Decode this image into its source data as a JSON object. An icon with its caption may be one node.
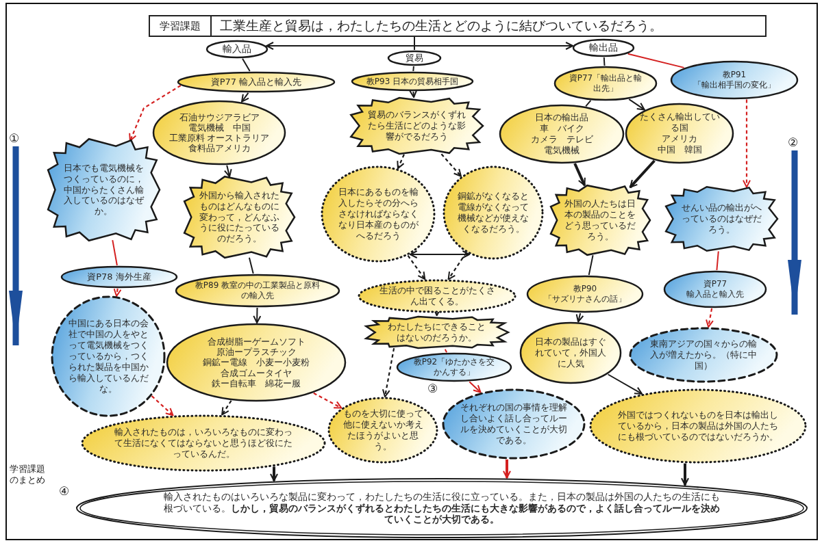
{
  "diagram": {
    "nodes": [
      {
        "text": [
          "学習課題",
          "工業生産と貿易は，わたしたちの生活とどのように結びついているだろう。"
        ]
      },
      {
        "text": [
          "輸入品"
        ]
      },
      {
        "text": [
          "貿易"
        ]
      },
      {
        "text": [
          "輸出品"
        ]
      },
      {
        "text": [
          "資P77 輸入品と輸入先"
        ]
      },
      {
        "text": [
          "教P93 日本の貿易相手国"
        ]
      },
      {
        "text": [
          "資P77「輸出品と輸出先」"
        ]
      },
      {
        "text": [
          "教P91",
          "「輸出相手国の変化」"
        ]
      },
      {
        "text": [
          "石油サウジアラビア",
          "電気機械　中国",
          "工業原料 オーストラリア",
          "食料品アメリカ"
        ]
      },
      {
        "text": [
          "日本でも電気機械をつくっているのに，中国からたくさん輸入しているのはなぜか。"
        ]
      },
      {
        "text": [
          "外国から輸入されたものはどんなものに変わって，どんなふうに役にたっているのだろう。"
        ]
      },
      {
        "text": [
          "貿易のバランスがくずれたら生活にどのような影響がでるだろう"
        ]
      },
      {
        "text": [
          "日本の輸出品",
          "車　バイク",
          "カメラ　テレビ",
          "電気機械"
        ]
      },
      {
        "text": [
          "たくさん輸出している国",
          "アメリカ",
          "中国　韓国"
        ]
      },
      {
        "text": [
          "日本にあるものを輸入したらその分へらさなければならなくなり日本産のものがへるだろう"
        ]
      },
      {
        "text": [
          "銅鉱がなくなると電線がなくなって機械などが使えなくなるだろう。"
        ]
      },
      {
        "text": [
          "外国の人たちは日本の製品のことをどう思っているだろう。"
        ]
      },
      {
        "text": [
          "せんい品の輸出がへっているのはなぜだろう。"
        ]
      },
      {
        "text": [
          "資P78 海外生産"
        ]
      },
      {
        "text": [
          "教P89 教室の中の工業製品と原料の輸入先"
        ]
      },
      {
        "text": [
          "生活の中で困ることがたくさん出てくる。"
        ]
      },
      {
        "text": [
          "教P90",
          "「サズリナさんの話」"
        ]
      },
      {
        "text": [
          "資P77",
          "輸入品と輸入先"
        ]
      },
      {
        "text": [
          "わたしたちにできることはないのだろうか。"
        ]
      },
      {
        "text": [
          "中国にある日本の会社で中国の人をやとって電気機械をつくっているから，つくられた製品を中国から輸入しているんだな。"
        ]
      },
      {
        "text": [
          "合成樹脂ーゲームソフト",
          "原油ープラスチック",
          "銅鉱ー電線　小麦ー小麦粉",
          "合成ゴムータイヤ",
          "鉄ー自転車　綿花ー服"
        ]
      },
      {
        "text": [
          "教P92「ゆたかさを交かんする」"
        ]
      },
      {
        "text": [
          "日本の製品はすぐれていて，外国人に人気"
        ]
      },
      {
        "text": [
          "東南アジアの国々からの輸入が増えたから。（特に中国）"
        ]
      },
      {
        "text": [
          "輸入されたものは，いろいろなものに変わって生活になくてはならないと思うほど役にたっているんだ。"
        ]
      },
      {
        "text": [
          "ものを大切に使って他に使えないか考えたほうがよいと思う。"
        ]
      },
      {
        "text": [
          "それぞれの国の事情を理解し合いよく話し合ってルールを決めていくことが大切である。"
        ]
      },
      {
        "text": [
          "外国ではつくれないものを日本は輸出しているから，日本の製品は外国の人たちにも根づいているのではないだろうか。"
        ]
      },
      {
        "text": [
          "①"
        ]
      },
      {
        "text": [
          "②"
        ]
      },
      {
        "text": [
          "輸入されたものはいろいろな製品に変わって，わたしたちの生活に役に立っている。また，日本の製品は外国の人たちの生活にも根づいている。**しかし，貿易のバランスがくずれるとわたしたちの生活にも大きな影響があるので，よく話し合ってルールを決めていくことが大切である。**"
        ]
      }
    ],
    "edges": [
      {
        "from": 0,
        "to": 1,
        "arrow": "to"
      },
      {
        "from": 0,
        "to": 2,
        "arrow": "none"
      },
      {
        "from": 0,
        "to": 3,
        "arrow": "to"
      },
      {
        "from": 1,
        "to": 4,
        "arrow": "none"
      },
      {
        "from": 2,
        "to": 5,
        "arrow": "none"
      },
      {
        "from": 3,
        "to": 6,
        "arrow": "none"
      },
      {
        "from": 3,
        "to": 7,
        "arrow": "none",
        "color": "#d42020"
      },
      {
        "from": 4,
        "to": 8,
        "arrow": "to"
      },
      {
        "from": 4,
        "to": 9,
        "arrow": "to",
        "style": "dashed",
        "color": "#d42020"
      },
      {
        "from": 5,
        "to": 11,
        "arrow": "to"
      },
      {
        "from": 6,
        "to": 12,
        "arrow": "none"
      },
      {
        "from": 6,
        "to": 13,
        "arrow": "to"
      },
      {
        "from": 8,
        "to": 10,
        "arrow": "to"
      },
      {
        "from": 11,
        "to": 14,
        "arrow": "to",
        "style": "dashed"
      },
      {
        "from": 11,
        "to": 15,
        "arrow": "to",
        "style": "dashed"
      },
      {
        "from": 12,
        "to": 16,
        "arrow": "to",
        "style": "thick"
      },
      {
        "from": 13,
        "to": 16,
        "arrow": "to",
        "style": "thick"
      },
      {
        "from": 7,
        "to": 17,
        "arrow": "to",
        "style": "dashed",
        "color": "#d42020"
      },
      {
        "from": 9,
        "to": 18,
        "arrow": "none",
        "color": "#d42020"
      },
      {
        "from": 10,
        "to": 19,
        "arrow": "none"
      },
      {
        "from": 14,
        "to": 15,
        "arrow": "both"
      },
      {
        "from": 14,
        "to": 20,
        "arrow": "to",
        "style": "dashed"
      },
      {
        "from": 15,
        "to": 20,
        "arrow": "to",
        "style": "dashed"
      },
      {
        "from": 16,
        "to": 21,
        "arrow": "none"
      },
      {
        "from": 17,
        "to": 22,
        "arrow": "none",
        "color": "#d42020"
      },
      {
        "from": 18,
        "to": 24,
        "arrow": "to",
        "style": "dashed",
        "color": "#d42020"
      },
      {
        "from": 19,
        "to": 25,
        "arrow": "to"
      },
      {
        "from": 20,
        "to": 23,
        "arrow": "to"
      },
      {
        "from": 21,
        "to": 27,
        "arrow": "to"
      },
      {
        "from": 22,
        "to": 28,
        "arrow": "to",
        "style": "dashed",
        "color": "#d42020"
      },
      {
        "from": 23,
        "to": 26,
        "arrow": "none",
        "color": "#d42020"
      },
      {
        "from": 24,
        "to": 29,
        "arrow": "to",
        "style": "dashed",
        "color": "#d42020"
      },
      {
        "from": 25,
        "to": 29,
        "arrow": "to",
        "style": "dashed"
      },
      {
        "from": 25,
        "to": 30,
        "arrow": "to",
        "style": "dashed",
        "color": "#d42020"
      },
      {
        "from": 23,
        "to": 30,
        "arrow": "to",
        "style": "dashed"
      },
      {
        "from": 26,
        "to": 31,
        "arrow": "to",
        "color": "#d42020"
      },
      {
        "from": 27,
        "to": 32,
        "arrow": "to"
      },
      {
        "from": 29,
        "to": 35,
        "arrow": "to",
        "style": "thick"
      },
      {
        "from": 31,
        "to": 35,
        "arrow": "to",
        "style": "thick",
        "color": "#d42020"
      },
      {
        "from": 32,
        "to": 35,
        "arrow": "to",
        "style": "thick"
      },
      {
        "from": 33,
        "to": null,
        "arrow": "to",
        "style": "thick",
        "color": "#1d4f9c"
      },
      {
        "from": 34,
        "to": null,
        "arrow": "to",
        "style": "thick",
        "color": "#1d4f9c"
      }
    ],
    "labels": [
      "③",
      "④",
      "学習課題のまとめ"
    ]
  }
}
